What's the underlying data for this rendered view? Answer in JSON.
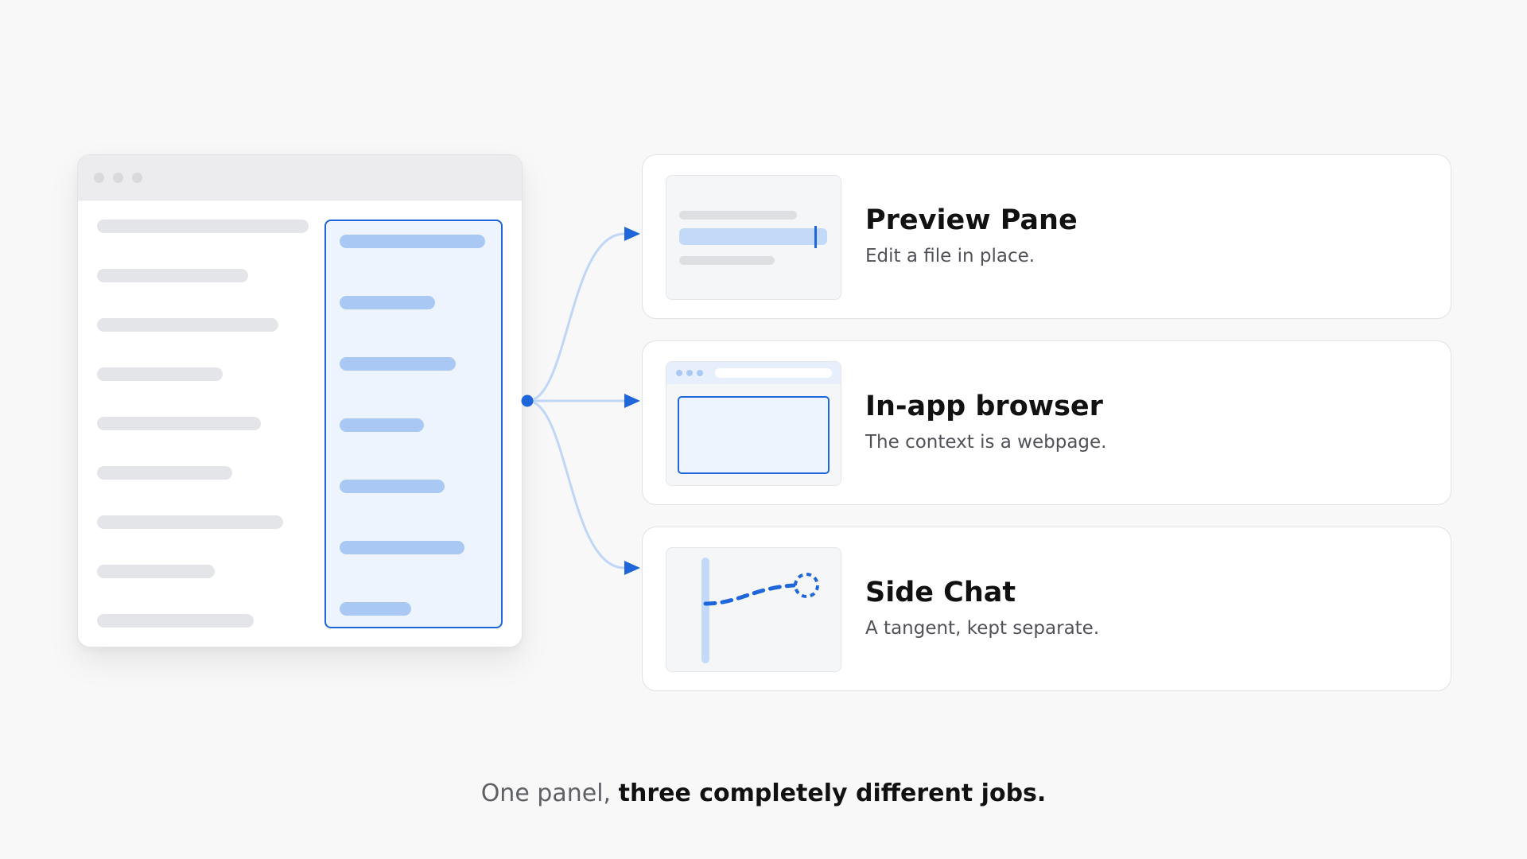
{
  "cards": [
    {
      "title": "Preview Pane",
      "description": "Edit a file in place."
    },
    {
      "title": "In-app browser",
      "description": "The context is a webpage."
    },
    {
      "title": "Side Chat",
      "description": "A tangent, kept separate."
    }
  ],
  "caption": {
    "lead": "One panel,",
    "emphasis": "three completely different jobs."
  },
  "colors": {
    "accent": "#1e66d9",
    "accent_light": "#a9c8f3",
    "panel_fill": "#edf4fe",
    "placeholder_gray": "#e4e5e8",
    "background": "#f8f8f8"
  }
}
